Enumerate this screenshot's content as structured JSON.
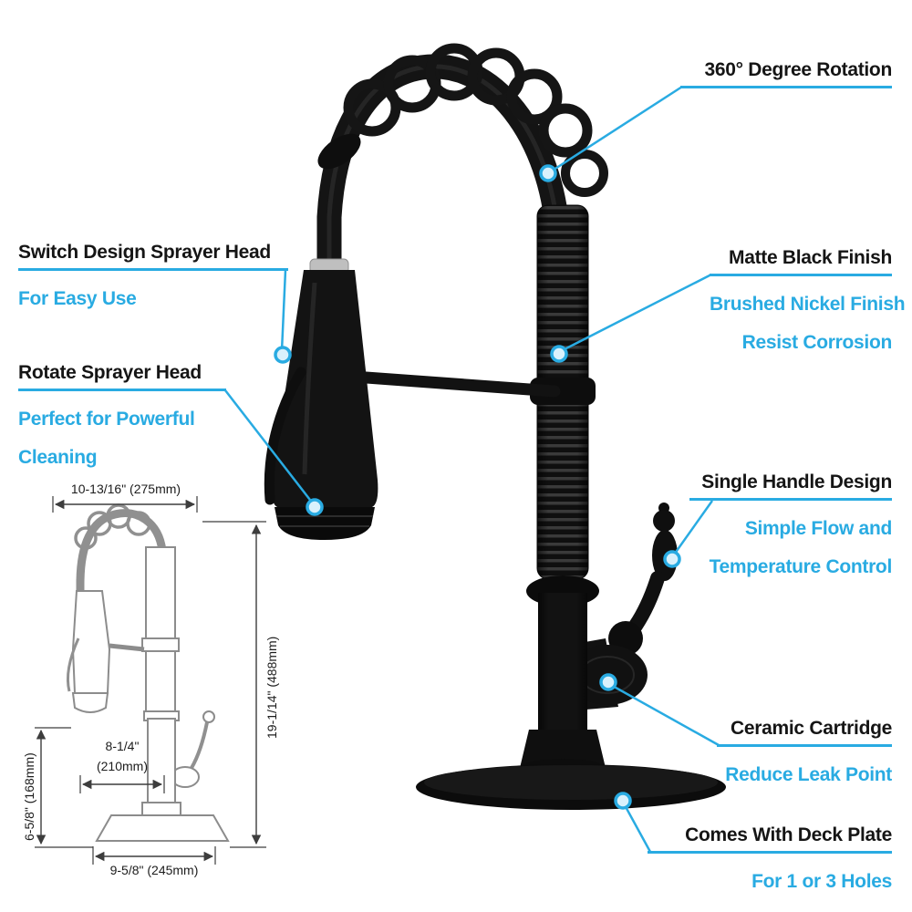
{
  "accent_color": "#29abe2",
  "callouts": {
    "rotation": {
      "title": "360° Degree Rotation"
    },
    "finish": {
      "title": "Matte Black Finish",
      "sub1": "Brushed Nickel Finish",
      "sub2": "Resist Corrosion"
    },
    "handle": {
      "title": "Single Handle Design",
      "sub1": "Simple Flow and",
      "sub2": "Temperature Control"
    },
    "cartridge": {
      "title": "Ceramic Cartridge",
      "sub1": "Reduce Leak Point"
    },
    "deck_plate": {
      "title": "Comes With Deck Plate",
      "sub1": "For 1 or 3 Holes"
    },
    "sprayer_switch": {
      "title": "Switch Design Sprayer Head",
      "sub1": "For Easy Use"
    },
    "sprayer_rotate": {
      "title": "Rotate Sprayer Head",
      "sub1": "Perfect for Powerful",
      "sub2": "Cleaning"
    }
  },
  "dimensions": {
    "top_width": "10-13/16\" (275mm)",
    "height": "19-1/14\" (488mm)",
    "spout_reach_line1": "8-1/4\"",
    "spout_reach_line2": "(210mm)",
    "base_height": "6-5/8\" (168mm)",
    "plate_width": "9-5/8\" (245mm)"
  }
}
